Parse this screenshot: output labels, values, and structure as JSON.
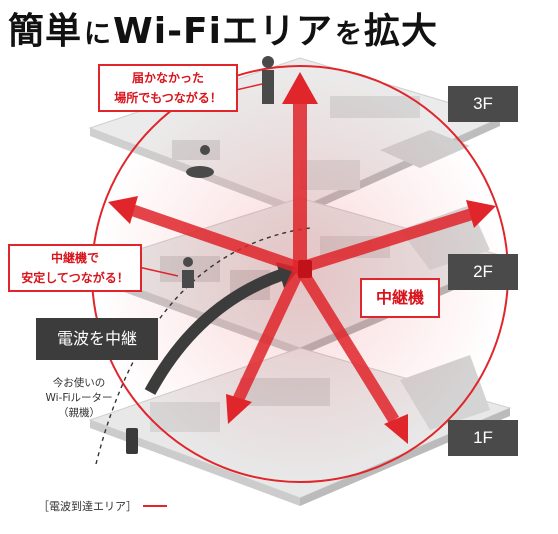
{
  "headline": {
    "part1": "簡単",
    "part2": "に",
    "part3": "Wi-Fiエリア",
    "part4": "を",
    "part5": "拡大"
  },
  "floors": [
    "3F",
    "2F",
    "1F"
  ],
  "callouts": {
    "top_line1": "届かなかった",
    "top_line2": "場所でもつながる！",
    "mid_line1": "中継機で",
    "mid_line2": "安定してつながる！"
  },
  "repeater_label": "中継機",
  "relay_label": "電波を中継",
  "router_caption": {
    "line1": "今お使いの",
    "line2": "Wi-Fiルーター",
    "line3": "（親機）"
  },
  "legend": {
    "label": "［電波到達エリア］"
  },
  "colors": {
    "accent": "#e0252b",
    "floor_fill": "#e4e4e4",
    "floor_label_bg": "#4a4a4a",
    "dark_tag": "#3c3c3c"
  }
}
